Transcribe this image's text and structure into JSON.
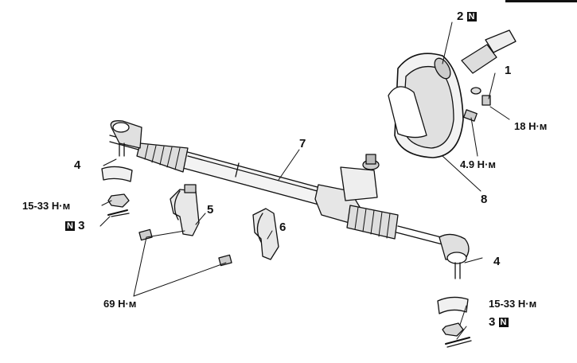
{
  "figure": {
    "callouts": {
      "c1": "1",
      "c2": "2",
      "c3_left": "3",
      "c3_right": "3",
      "c4_left": "4",
      "c4_right": "4",
      "c5": "5",
      "c6": "6",
      "c7": "7",
      "c8": "8"
    },
    "new_part_mark": "N",
    "torques": {
      "t18": "18 Н·м",
      "t4_9": "4.9 Н·м",
      "t15_33_left": "15-33 Н·м",
      "t15_33_right": "15-33 Н·м",
      "t69": "69 Н·м"
    }
  }
}
